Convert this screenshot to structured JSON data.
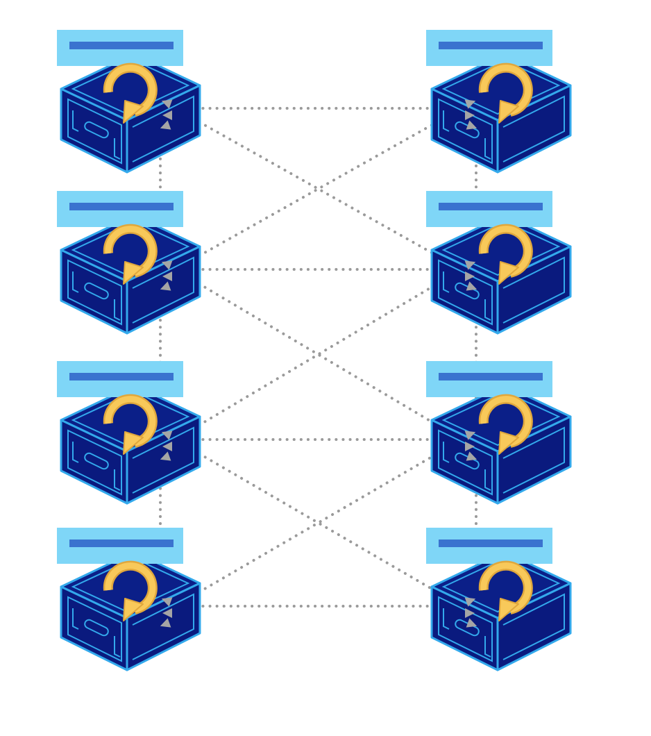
{
  "diagram": {
    "colors": {
      "background": "#ffffff",
      "connector": "#9a9a9a",
      "arrowhead": "#a5a5a5",
      "device_body": "#0a1a7e",
      "device_outline": "#33a9ec",
      "device_top": "#0b1f88",
      "label_box": "#7fd6f7",
      "label_bar": "#3a73cf",
      "rotate_arrow": "#f8c95a",
      "rotate_arrow_edge": "#e0a73c"
    },
    "devices": [
      {
        "id": "left-1",
        "icon": "router-rotate-icon",
        "column": "left",
        "row": 1
      },
      {
        "id": "left-2",
        "icon": "router-rotate-icon",
        "column": "left",
        "row": 2
      },
      {
        "id": "left-3",
        "icon": "router-rotate-icon",
        "column": "left",
        "row": 3
      },
      {
        "id": "left-4",
        "icon": "router-rotate-icon",
        "column": "left",
        "row": 4
      },
      {
        "id": "right-1",
        "icon": "router-rotate-icon",
        "column": "right",
        "row": 1
      },
      {
        "id": "right-2",
        "icon": "router-rotate-icon",
        "column": "right",
        "row": 2
      },
      {
        "id": "right-3",
        "icon": "router-rotate-icon",
        "column": "right",
        "row": 3
      },
      {
        "id": "right-4",
        "icon": "router-rotate-icon",
        "column": "right",
        "row": 4
      }
    ],
    "links": [
      {
        "from": "left-1",
        "to": "right-1",
        "style": "dotted"
      },
      {
        "from": "left-2",
        "to": "right-2",
        "style": "dotted"
      },
      {
        "from": "left-3",
        "to": "right-3",
        "style": "dotted"
      },
      {
        "from": "left-4",
        "to": "right-4",
        "style": "dotted"
      },
      {
        "from": "left-1",
        "to": "right-2",
        "style": "dotted"
      },
      {
        "from": "left-2",
        "to": "right-1",
        "style": "dotted"
      },
      {
        "from": "left-2",
        "to": "right-3",
        "style": "dotted"
      },
      {
        "from": "left-3",
        "to": "right-2",
        "style": "dotted"
      },
      {
        "from": "left-3",
        "to": "right-4",
        "style": "dotted"
      },
      {
        "from": "left-4",
        "to": "right-3",
        "style": "dotted"
      },
      {
        "from": "left-1",
        "to": "left-4",
        "style": "dotted"
      },
      {
        "from": "right-1",
        "to": "right-4",
        "style": "dotted"
      }
    ]
  }
}
